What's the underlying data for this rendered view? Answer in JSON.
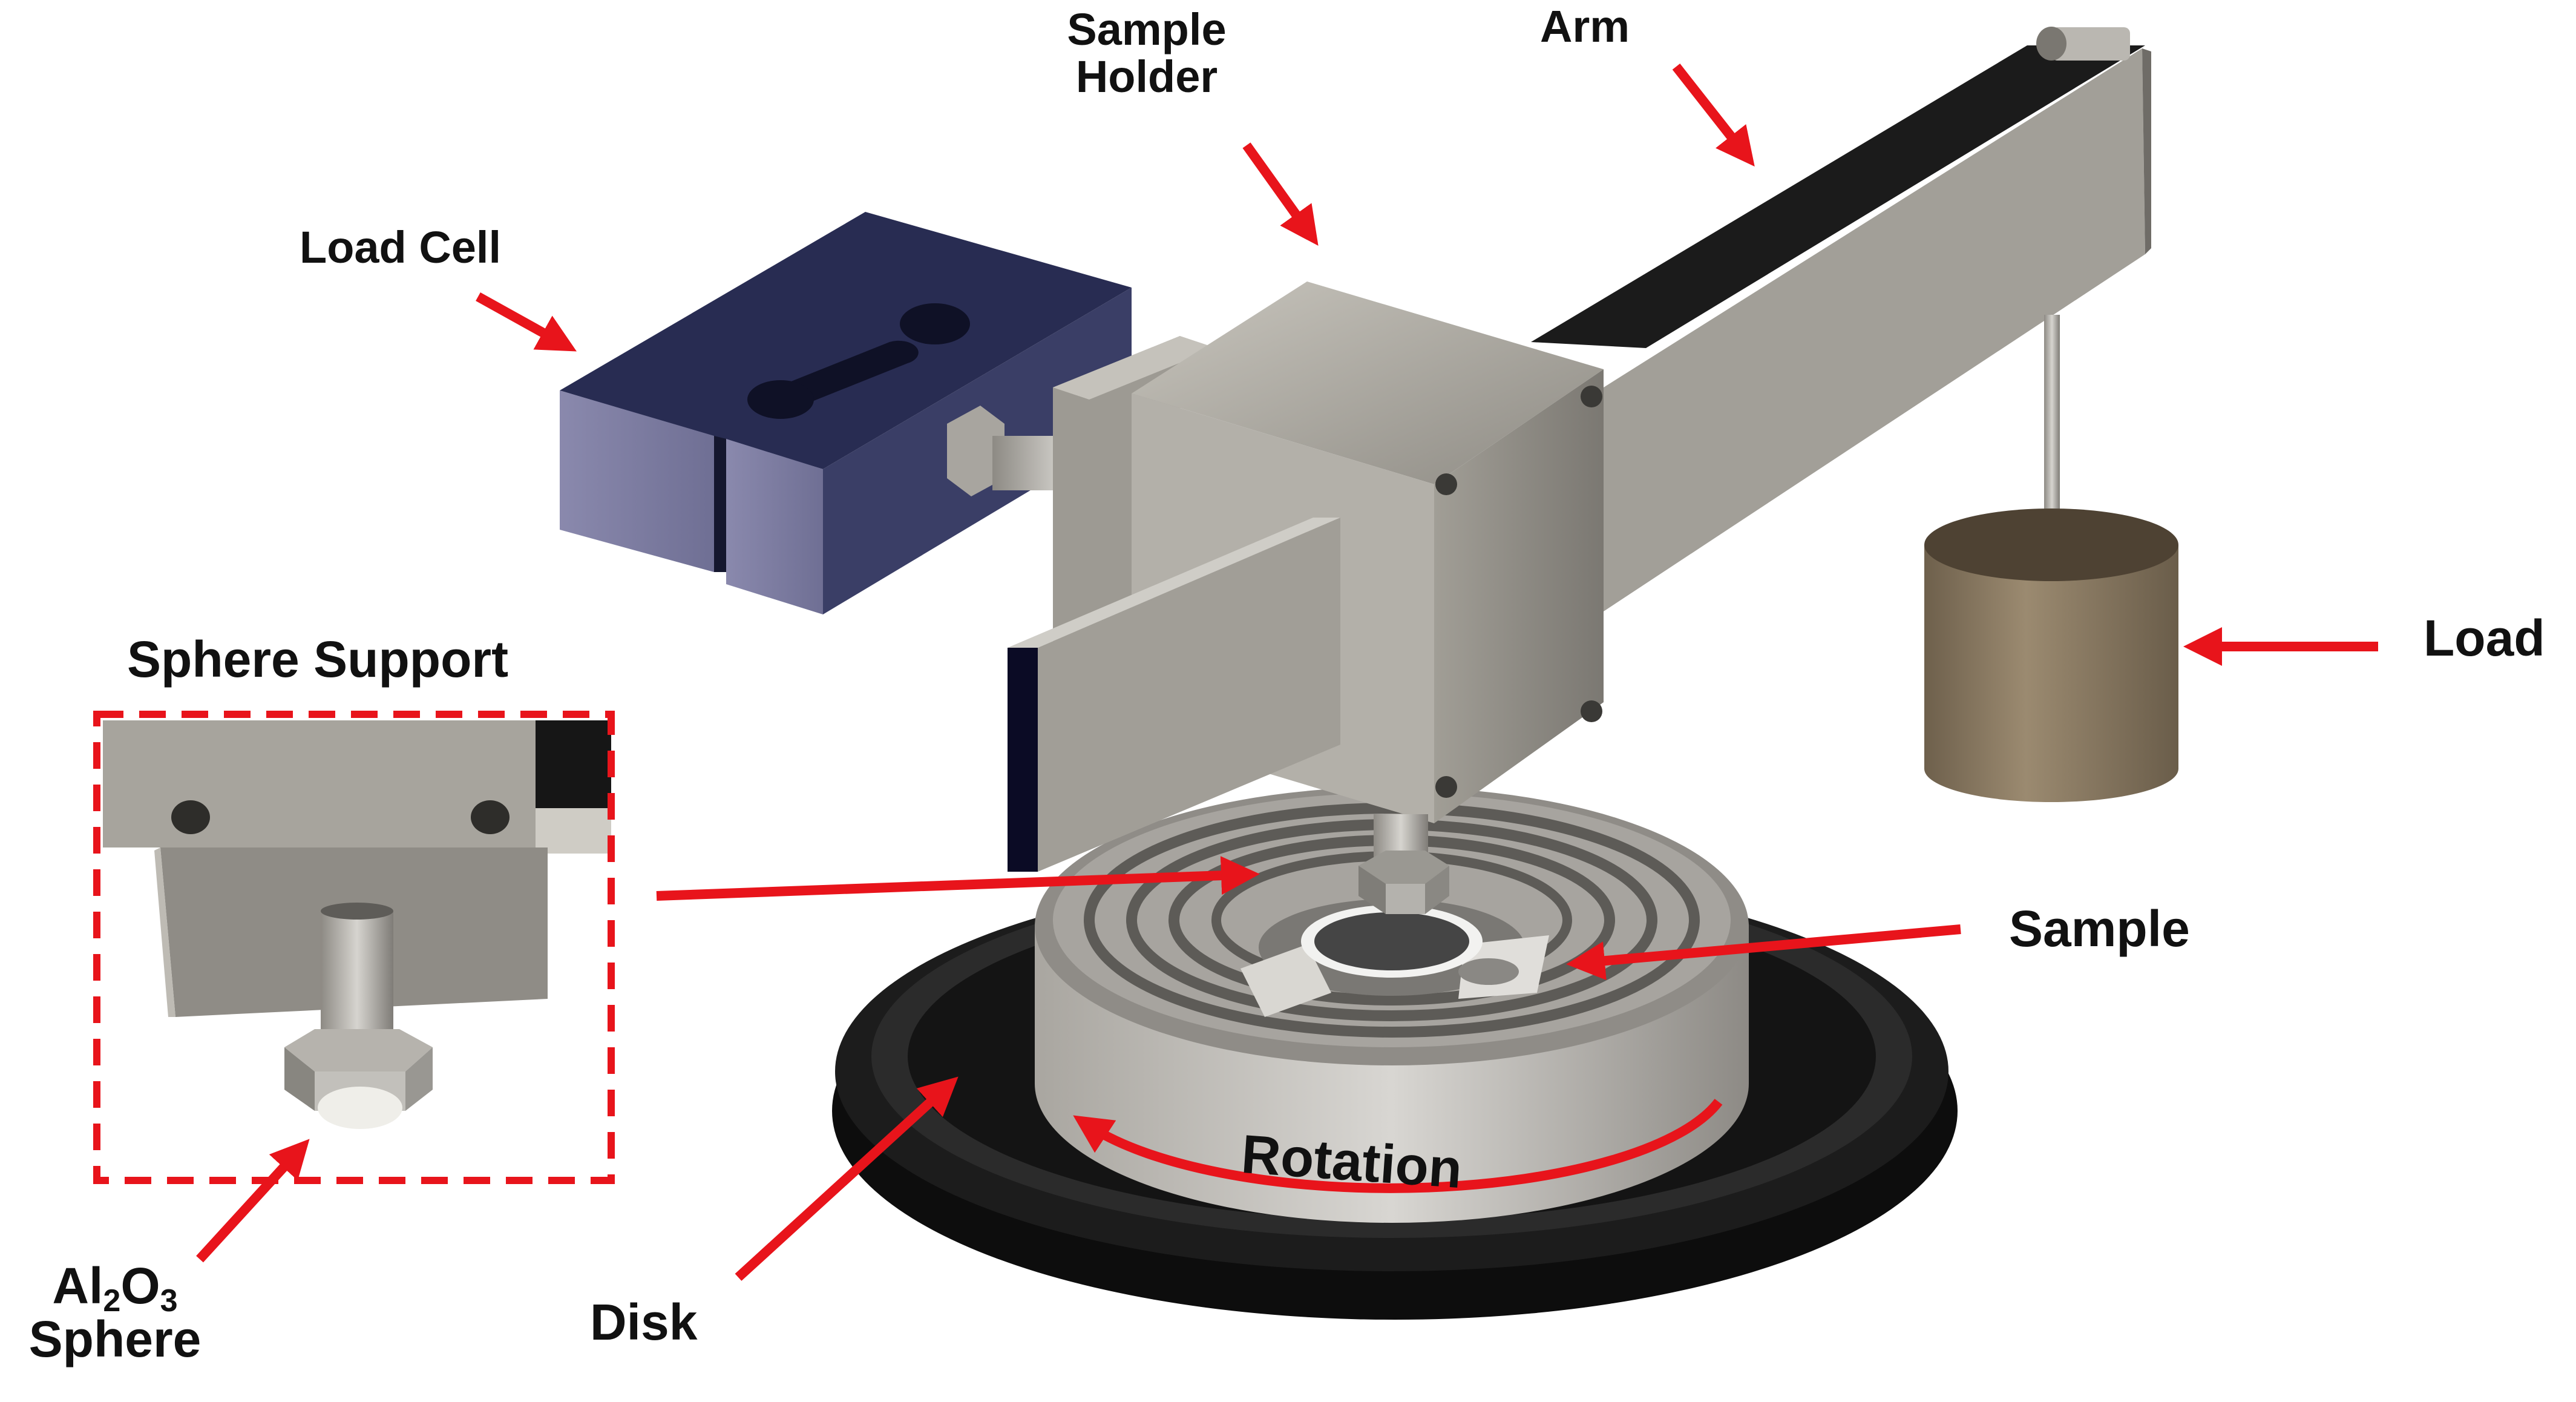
{
  "labels": {
    "sample_holder_line1": "Sample",
    "sample_holder_line2": "Holder",
    "arm": "Arm",
    "load_cell": "Load Cell",
    "sphere_support": "Sphere Support",
    "load": "Load",
    "sample": "Sample",
    "rotation": "Rotation",
    "disk": "Disk",
    "sphere_al": "Al",
    "sphere_sub1": "2",
    "sphere_o": "O",
    "sphere_sub2": "3",
    "sphere_word": "Sphere"
  },
  "colors": {
    "arrow": "#e8141b",
    "label_text": "#111111",
    "load_cell_top": "#2b2f55",
    "load_cell_side": "#7e7ea2",
    "metal_light": "#b9b6ae",
    "metal_mid": "#8f8c85",
    "metal_dark": "#6e6b66",
    "disk_black": "#161616",
    "weight_bronze": "#8b7a62"
  },
  "icons": {
    "pointer": "red-arrow-icon",
    "rotation": "curved-rotation-arrow-icon"
  }
}
